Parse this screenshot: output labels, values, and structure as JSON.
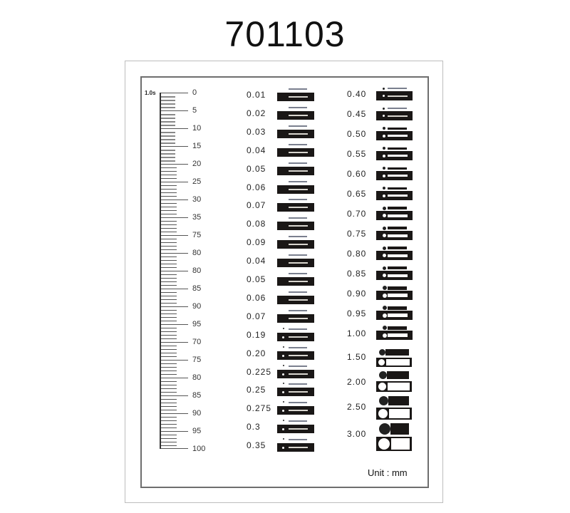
{
  "title": "701103",
  "ruler": {
    "symbol": "1.0s",
    "labels": [
      "0",
      "5",
      "10",
      "15",
      "20",
      "25",
      "30",
      "35",
      "75",
      "80",
      "80",
      "85",
      "90",
      "95",
      "70",
      "75",
      "80",
      "85",
      "90",
      "95",
      "100"
    ]
  },
  "middle_column": {
    "labels": [
      "0.01",
      "0.02",
      "0.03",
      "0.04",
      "0.05",
      "0.06",
      "0.07",
      "0.08",
      "0.09",
      "0.04",
      "0.05",
      "0.06",
      "0.07",
      "0.19",
      "0.20",
      "0.225",
      "0.25",
      "0.275",
      "0.3",
      "0.35"
    ]
  },
  "right_column": {
    "labels": [
      "0.40",
      "0.45",
      "0.50",
      "0.55",
      "0.60",
      "0.65",
      "0.70",
      "0.75",
      "0.80",
      "0.85",
      "0.90",
      "0.95",
      "1.00",
      "1.50",
      "2.00",
      "2.50",
      "3.00"
    ]
  },
  "unit_label": "Unit : mm",
  "colors": {
    "bar": "#1a1716",
    "frame_outer": "#bdbdbd",
    "frame_inner": "#6e6e6e"
  }
}
